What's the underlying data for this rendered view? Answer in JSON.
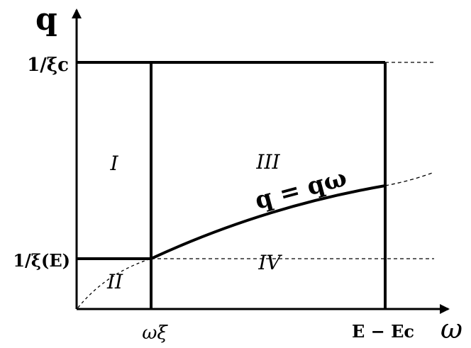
{
  "axes": {
    "y_label": "q",
    "x_label": "ω",
    "y_tick_top": "1/ξc",
    "y_tick_bottom": "1/ξ(E)",
    "x_tick_left": "ωξ",
    "x_tick_right": "E − Ec"
  },
  "regions": {
    "r1": "I",
    "r2": "II",
    "r3": "III",
    "r4": "IV"
  },
  "curve_label": "q = qω"
}
